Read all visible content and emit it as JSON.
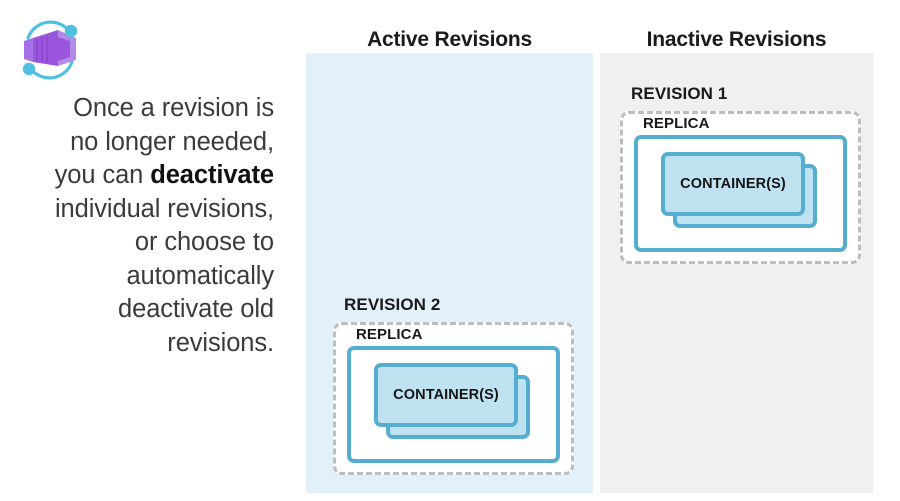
{
  "logo": {
    "name": "azure-container-apps-logo",
    "box_color": "#9a56dd",
    "box_color_light": "#b48ae8",
    "box_color_dark": "#7d3fc7",
    "orbit_color": "#50c0e0",
    "dot_color": "#50c0e0"
  },
  "caption": {
    "line1": "Once a revision is",
    "line2": "no longer needed,",
    "line3_pre": "you can ",
    "line3_bold": "deactivate",
    "line4": "individual revisions,",
    "line5": "or choose to",
    "line6": "automatically",
    "line7": "deactivate old",
    "line8": "revisions."
  },
  "columns": {
    "active": {
      "header": "Active Revisions",
      "background": "#e2f0f9"
    },
    "inactive": {
      "header": "Inactive Revisions",
      "background": "#f0f0f0"
    }
  },
  "revisions": [
    {
      "id": "revision-1",
      "title": "REVISION 1",
      "column": "inactive",
      "replica_label": "REPLICA",
      "container_label": "CONTAINER(S)",
      "container_count": 2
    },
    {
      "id": "revision-2",
      "title": "REVISION 2",
      "column": "active",
      "replica_label": "REPLICA",
      "container_label": "CONTAINER(S)",
      "container_count": 2
    }
  ],
  "colors": {
    "accent_cyan": "#55aed4",
    "container_fill": "#bfe2f1",
    "dashed_border": "#bdbdbd",
    "text_dark": "#1a1a1a",
    "caption_text": "#3b3b3b"
  }
}
